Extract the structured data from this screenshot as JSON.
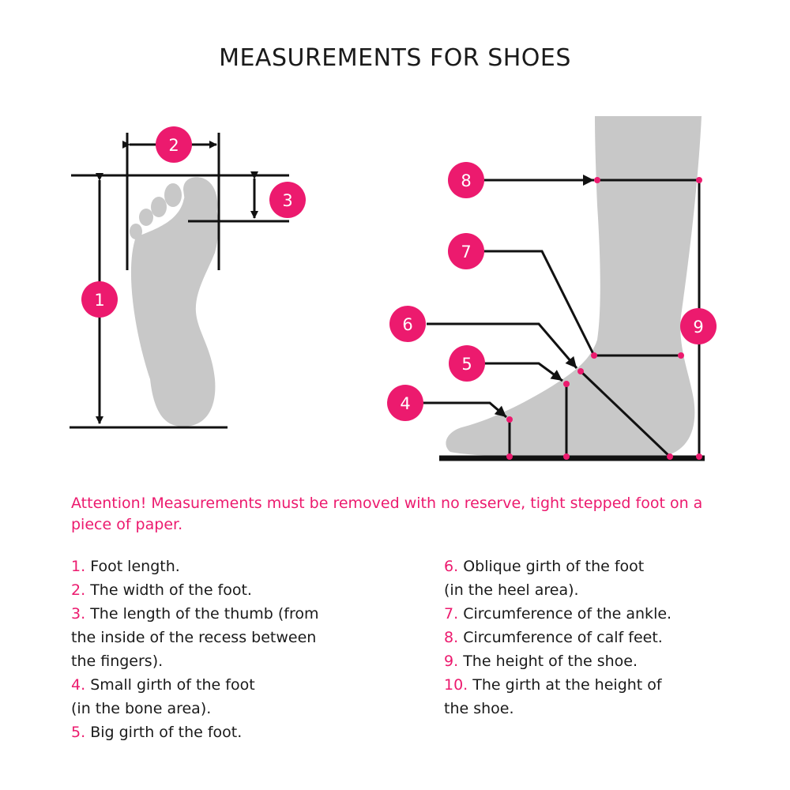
{
  "title": "MEASUREMENTS FOR SHOES",
  "colors": {
    "accent": "#ec1a6e",
    "shape": "#c8c8c8",
    "line": "#111111"
  },
  "badges": [
    "1",
    "2",
    "3",
    "4",
    "5",
    "6",
    "7",
    "8",
    "9"
  ],
  "attention": "Attention! Measurements must be removed with no reserve, tight stepped foot on a piece of paper.",
  "list_left": [
    {
      "num": "1.",
      "lines": [
        "Foot length."
      ]
    },
    {
      "num": "2.",
      "lines": [
        "The width of the foot."
      ]
    },
    {
      "num": "3.",
      "lines": [
        "The length of the thumb (from",
        "the inside of the recess between",
        "the fingers)."
      ]
    },
    {
      "num": "4.",
      "lines": [
        "Small girth of the foot",
        "(in the bone area)."
      ]
    },
    {
      "num": "5.",
      "lines": [
        "Big girth of the foot."
      ]
    }
  ],
  "list_right": [
    {
      "num": "6.",
      "lines": [
        "Oblique girth of the foot",
        "(in the heel area)."
      ]
    },
    {
      "num": "7.",
      "lines": [
        "Circumference of the ankle."
      ]
    },
    {
      "num": "8.",
      "lines": [
        "Circumference of calf feet."
      ]
    },
    {
      "num": "9.",
      "lines": [
        "The height of the shoe."
      ]
    },
    {
      "num": "10.",
      "lines": [
        "The girth at the height of",
        "the shoe."
      ]
    }
  ]
}
